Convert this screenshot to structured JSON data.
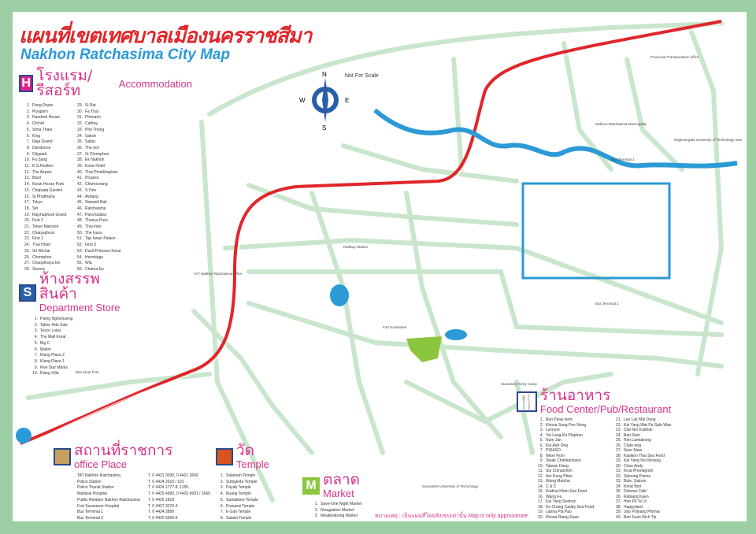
{
  "title_th": "แผนที่เขตเทศบาลเมืองนครราชสีมา",
  "title_en": "Nakhon Ratchasima City Map",
  "compass": {
    "n": "N",
    "s": "S",
    "e": "E",
    "w": "W",
    "scale_note": "Not For Scale"
  },
  "colors": {
    "border": "#9dcfa5",
    "road": "#c9e6cc",
    "highway": "#e0262b",
    "river": "#2b9ad6",
    "heading": "#d6338a"
  },
  "accommodation": {
    "icon": "hotel-icon",
    "letter": "H",
    "title_th": "โรงแรม/รีสอร์ท",
    "title_en": "Accommodation",
    "items": [
      "Pang Rojee",
      "Piyaporn",
      "Hundred House",
      "Orchid",
      "Sima Thani",
      "King",
      "Raja Grand",
      "Daraborse",
      "Citypark",
      "Fa Sang",
      "K.S.Pavilion",
      "The Airport",
      "Basil",
      "Kwan Hoxan Park",
      "Chapada Garden",
      "Si Phatthana",
      "Tokyo",
      "Siri",
      "Rajchaphruk Grand",
      "First 2",
      "Tokyo Mansion",
      "Chaiyaphruk",
      "First 1",
      "Thai Hotel",
      "Sri Wichai",
      "Chomphon",
      "Chaophraya Inn",
      "Sozora",
      "Si Rat",
      "Fa Thai",
      "Phonarin",
      "Cathay",
      "Pho Thong",
      "Sakon",
      "Sabai",
      "The rich",
      "Si Chomphon",
      "Ek Nakhon",
      "Korat Hotel",
      "Thai Phokkhaphan",
      "Picasso",
      "Chomsorang",
      "V-One",
      "Avdang",
      "Starwell Bali",
      "Ratchasima",
      "Panchadara",
      "Thanya Pura",
      "Thai inter",
      "The Iyara",
      "Tap Kwan Palace",
      "First 3",
      "Dusit Princess Korat",
      "Hermitage",
      "Wia",
      "Chama Ep"
    ]
  },
  "department_store": {
    "icon": "shopping-bag-icon",
    "letter": "S",
    "title_th": "ห้างสรรพสินค้า",
    "title_en": "Department Store",
    "items": [
      "Pamg Ngmchueng",
      "Tallee Hdo Sale",
      "Tesco Lotus",
      "The Mall Korat",
      "Big C",
      "Makro",
      "Klang Plaza 2",
      "Klang Plaza 1",
      "Five Star Marks",
      "Klang Villa"
    ]
  },
  "food": {
    "icon": "fork-spoon-icon",
    "title_th": "ร้านอาหาร",
    "title_en": "Food Center/Pub/Restaurant",
    "items": [
      "Ban Pang Isom",
      "Khoua Song Pee Nong",
      "La'more",
      "Yai Lang-Ka Plaphao",
      "Num Jan",
      "Kia Aob Ong",
      "PIDASO",
      "Neon Rom",
      "Steak Chimkachano",
      "Taiwan Dang",
      "Sui Chinatchim",
      "Aor Kung Phao",
      "Wang Matcha",
      "C & C",
      "Krathai Khan Sea Food",
      "Wang Fa",
      "Kai Yang Soebori",
      "Ko Chang Caddy Sea Food",
      "Lanna Pla Pao",
      "Khoua Riang Suan",
      "Lao Luk Mai Dang",
      "Kai Yang Wat Pa Sala Wan",
      "Che Noi Krathok",
      "Ban Ram",
      "Rim Lamtakong",
      "Chan-ong",
      "Siew Siew",
      "Kasikon Thai Sea Food",
      "Kai Yang Noi Morang",
      "Chao Andy",
      "Krua Phonkgrom",
      "Siboong Panna",
      "Bule, Saloon",
      "Korat Bori",
      "Dokmai Cafe'",
      "Rabiang Kaeo",
      "Hon Pli Ta Ui",
      "Happyland",
      "Jojo Potyang Phimai",
      "Ban Suan Rich Tip"
    ]
  },
  "office": {
    "icon": "office-building-icon",
    "title_th": "สถานที่ราชการ",
    "title_en": "office Place",
    "items": [
      {
        "name": "TAT Nakhon Ratchasima",
        "phone": "T. 0 4421 3030, 0 4421 3666"
      },
      {
        "name": "Police Station",
        "phone": "T. 0 4424 2010 / 191"
      },
      {
        "name": "Police Tourist Station",
        "phone": "T. 0 4424 1777-8, 1155"
      },
      {
        "name": "Maharat Hospital",
        "phone": "T. 0 4425 4990, 0 4425 4991 / 1669"
      },
      {
        "name": "Public Relation Nakhon Ratchasima",
        "phone": "T. 0 4425 1818"
      },
      {
        "name": "Fort Suranaree Hospital",
        "phone": "T. 0 4427 3270-3"
      },
      {
        "name": "Bus Terminal 1",
        "phone": "T. 0 4424 2899"
      },
      {
        "name": "Bus Terminal 2",
        "phone": "T. 0 4425 6006-9"
      }
    ]
  },
  "temple": {
    "icon": "temple-icon",
    "title_th": "วัด",
    "title_en": "Temple",
    "items": [
      "Salaman Temple",
      "Suttajinda Temple",
      "Payab Temple",
      "Buang Temple",
      "Samakkee Temple",
      "Pranarai Temple",
      "E-San Temple",
      "Salaloi Temple"
    ]
  },
  "market": {
    "icon": "market-bag-icon",
    "letter": "M",
    "title_th": "ตลาด",
    "title_en": "Market",
    "items": [
      "Save-One Night Market",
      "Nongpalom Market",
      "Meakkrabong Market"
    ]
  },
  "note": "หมายเหตุ : เป็นแผนที่โดยสังเขปเท่านั้น Map is only approximate.",
  "map_labels": [
    "Railway Station",
    "Suranaree Army Camp",
    "Fort Suranaree",
    "Provincial Transportation office",
    "Rajamangala University of Technology Isan",
    "Nakhon Ratchasima Municipality",
    "TAT Nakhon Ratchasima office",
    "Bus Terminal 2",
    "Bus Terminal 1",
    "Suranaree University of Technology",
    "Ban Kluai Thai"
  ]
}
